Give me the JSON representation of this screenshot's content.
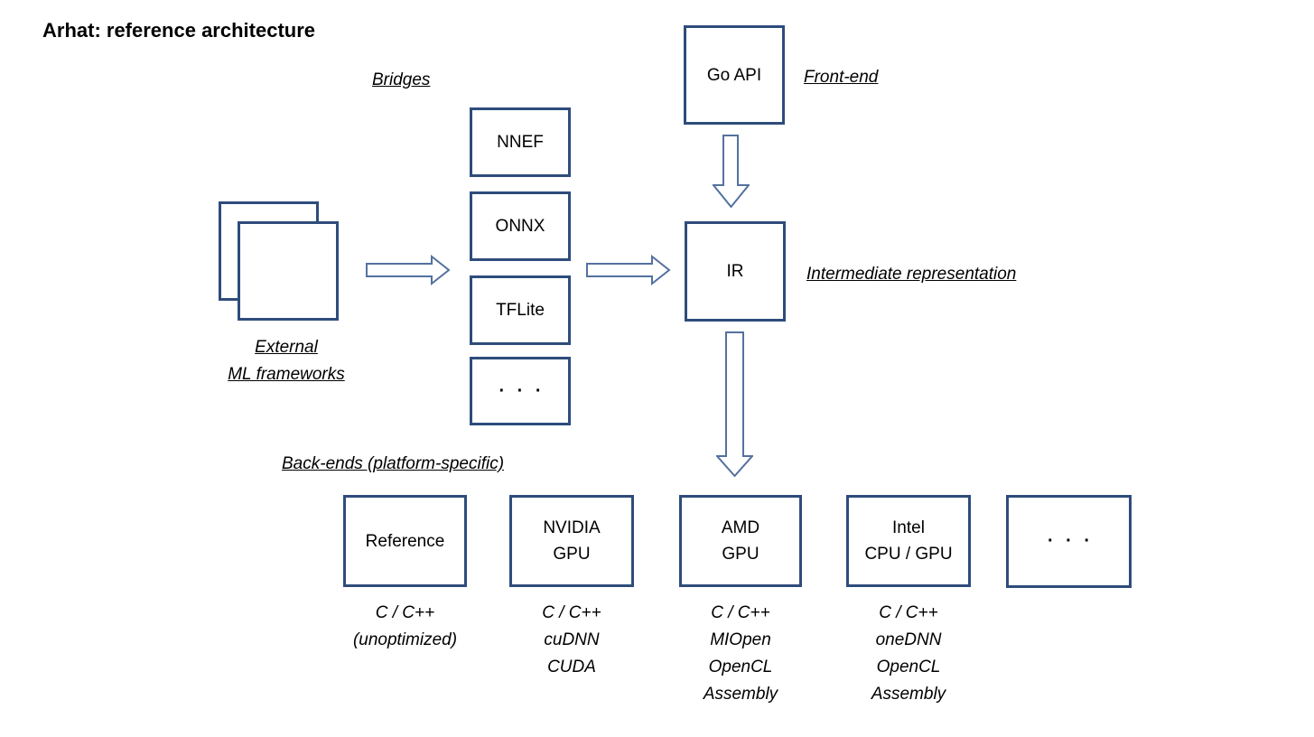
{
  "title": "Arhat: reference architecture",
  "colors": {
    "box_border": "#2e4c7c",
    "arrow_outline": "#54719f",
    "text": "#000000",
    "background": "#ffffff"
  },
  "labels": {
    "bridges": "Bridges",
    "front_end": "Front-end",
    "intermediate_representation": "Intermediate representation",
    "external_ml_line1": "External",
    "external_ml_line2": "ML frameworks",
    "backends": "Back-ends (platform-specific)"
  },
  "front_end_box": {
    "label": "Go API"
  },
  "ir_box": {
    "label": "IR"
  },
  "bridge_boxes": [
    {
      "label": "NNEF"
    },
    {
      "label": "ONNX"
    },
    {
      "label": "TFLite"
    },
    {
      "label": "· · ·"
    }
  ],
  "backend_boxes": [
    {
      "line1": "Reference",
      "line2": "",
      "tech": [
        "C / C++",
        "(unoptimized)"
      ]
    },
    {
      "line1": "NVIDIA",
      "line2": "GPU",
      "tech": [
        "C / C++",
        "cuDNN",
        "CUDA"
      ]
    },
    {
      "line1": "AMD",
      "line2": "GPU",
      "tech": [
        "C / C++",
        "MIOpen",
        "OpenCL",
        "Assembly"
      ]
    },
    {
      "line1": "Intel",
      "line2": "CPU / GPU",
      "tech": [
        "C / C++",
        "oneDNN",
        "OpenCL",
        "Assembly"
      ]
    },
    {
      "line1": "· · ·",
      "line2": "",
      "tech": []
    }
  ]
}
